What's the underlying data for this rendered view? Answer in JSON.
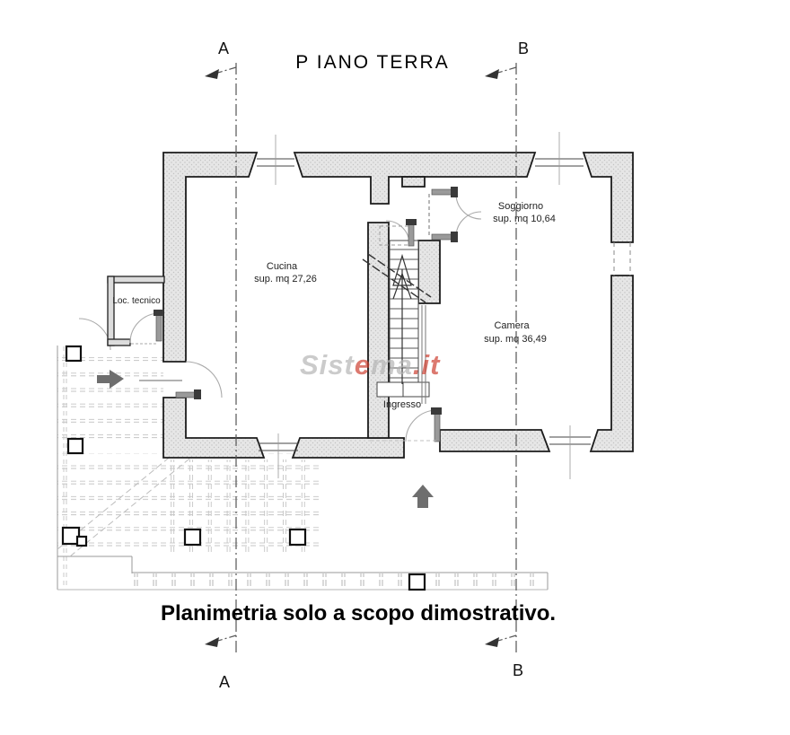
{
  "title": "P IANO TERRA",
  "caption": "Planimetria solo a scopo dimostrativo.",
  "sections": {
    "a": "A",
    "b": "B"
  },
  "rooms": {
    "cucina": {
      "name": "Cucina",
      "area": "sup. mq 27,26"
    },
    "soggiorno": {
      "name": "Soggiorno",
      "area": "sup. mq 10,64"
    },
    "camera": {
      "name": "Camera",
      "area": "sup. mq 36,49"
    },
    "ingresso": {
      "name": "Ingresso"
    },
    "loc_tecnico": {
      "name": "Loc. tecnico"
    }
  },
  "watermark": {
    "p1": "Sist",
    "p2": "e",
    "p3": "ma",
    "p4": ".it"
  },
  "colors": {
    "wall_stroke": "#1c1c1c",
    "wall_fill": "#e6e6e6",
    "thin_line": "#555555",
    "light_line": "#c0c0c0",
    "watermark_gray": "#b3b3b3",
    "watermark_red": "#cc3b2c",
    "arrow": "#6e6e6e"
  }
}
